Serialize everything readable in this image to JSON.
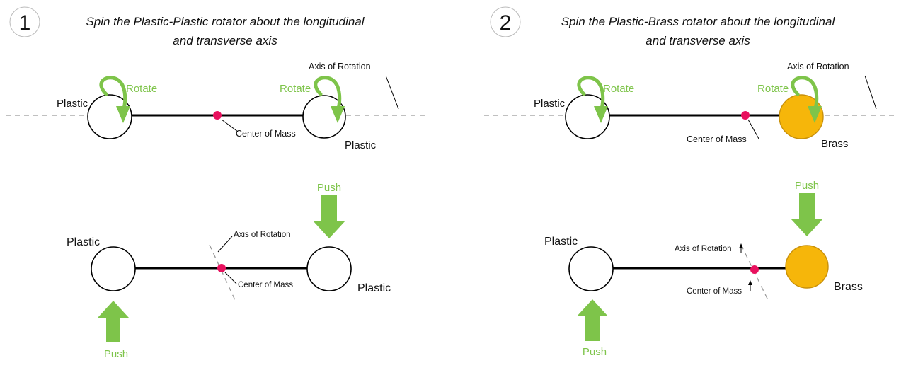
{
  "panel1": {
    "number": "1",
    "title_line1": "Spin the Plastic-Plastic rotator about the longitudinal",
    "title_line2": "and transverse axis",
    "top": {
      "left_mass": "Plastic",
      "right_mass": "Plastic",
      "rotate_left": "Rotate",
      "rotate_right": "Rotate",
      "axis_label": "Axis of Rotation",
      "com_label": "Center of Mass"
    },
    "bottom": {
      "left_mass": "Plastic",
      "right_mass": "Plastic",
      "push_top": "Push",
      "push_bottom": "Push",
      "axis_label": "Axis of Rotation",
      "com_label": "Center of Mass"
    }
  },
  "panel2": {
    "number": "2",
    "title_line1": "Spin the Plastic-Brass rotator about the longitudinal",
    "title_line2": "and transverse axis",
    "top": {
      "left_mass": "Plastic",
      "right_mass": "Brass",
      "rotate_left": "Rotate",
      "rotate_right": "Rotate",
      "axis_label": "Axis of Rotation",
      "com_label": "Center of Mass"
    },
    "bottom": {
      "left_mass": "Plastic",
      "right_mass": "Brass",
      "push_top": "Push",
      "push_bottom": "Push",
      "axis_label": "Axis of Rotation",
      "com_label": "Center of Mass"
    }
  },
  "colors": {
    "accent_green": "#7ec44a",
    "center_of_mass": "#e8115e",
    "brass": "#f6b60a"
  }
}
